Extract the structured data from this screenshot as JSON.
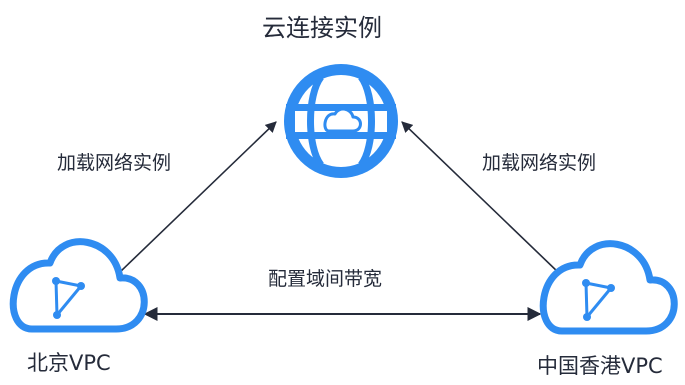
{
  "diagram": {
    "title": "云连接实例",
    "nodes": {
      "cloud_connect": {
        "label": "云连接实例",
        "icon": "globe-cloud-icon"
      },
      "beijing_vpc": {
        "label": "北京VPC",
        "icon": "vpc-cloud-icon"
      },
      "hongkong_vpc": {
        "label": "中国香港VPC",
        "icon": "vpc-cloud-icon"
      }
    },
    "edges": {
      "left_load": {
        "label": "加载网络实例",
        "from": "北京VPC",
        "to": "云连接实例"
      },
      "right_load": {
        "label": "加载网络实例",
        "from": "中国香港VPC",
        "to": "云连接实例"
      },
      "bandwidth": {
        "label": "配置域间带宽",
        "from": "北京VPC",
        "to": "中国香港VPC",
        "direction": "bidirectional"
      }
    },
    "colors": {
      "accent": "#2f8cf1",
      "icon_fill": "#ffffff",
      "line": "#252b3a",
      "text": "#252b3a"
    }
  }
}
